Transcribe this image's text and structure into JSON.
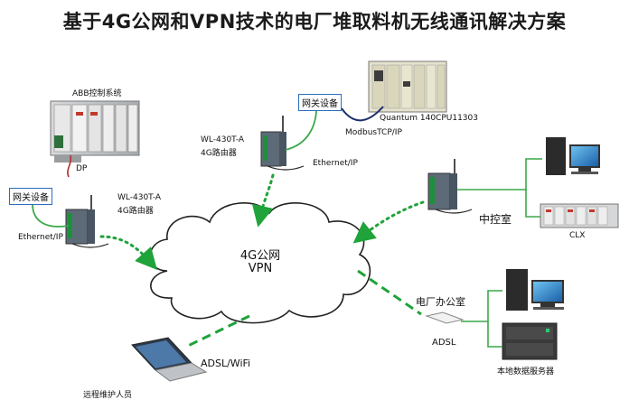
{
  "title": "基于4G公网和VPN技术的电厂堆取料机无线通讯解决方案",
  "cloud": {
    "line1": "4G公网",
    "line2": "VPN"
  },
  "labels": {
    "abb_system": "ABB控制系统",
    "dp": "DP",
    "gateway_left": "网关设备",
    "router_left_model": "WL-430T-A",
    "router_left_type": "4G路由器",
    "ethernet_left": "Ethernet/IP",
    "router_top_model": "WL-430T-A",
    "router_top_type": "4G路由器",
    "gateway_top": "网关设备",
    "modbus": "ModbusTCP/IP",
    "plc_model": "Quantum 140CPU11303",
    "ethernet_top": "Ethernet/IP",
    "control_room": "中控室",
    "clx": "CLX",
    "office": "电厂办公室",
    "adsl": "ADSL",
    "local_server": "本地数据服务器",
    "adsl_wifi": "ADSL/WiFi",
    "remote_staff": "远程维护人员"
  },
  "colors": {
    "wireless_dotted": "#1fa33a",
    "wired_dashed": "#1fa33a",
    "ethernet_cable": "#3aa84a",
    "dp_cable": "#b03030",
    "modbus_cable": "#1d2f6b",
    "cloud_stroke": "#222222"
  }
}
